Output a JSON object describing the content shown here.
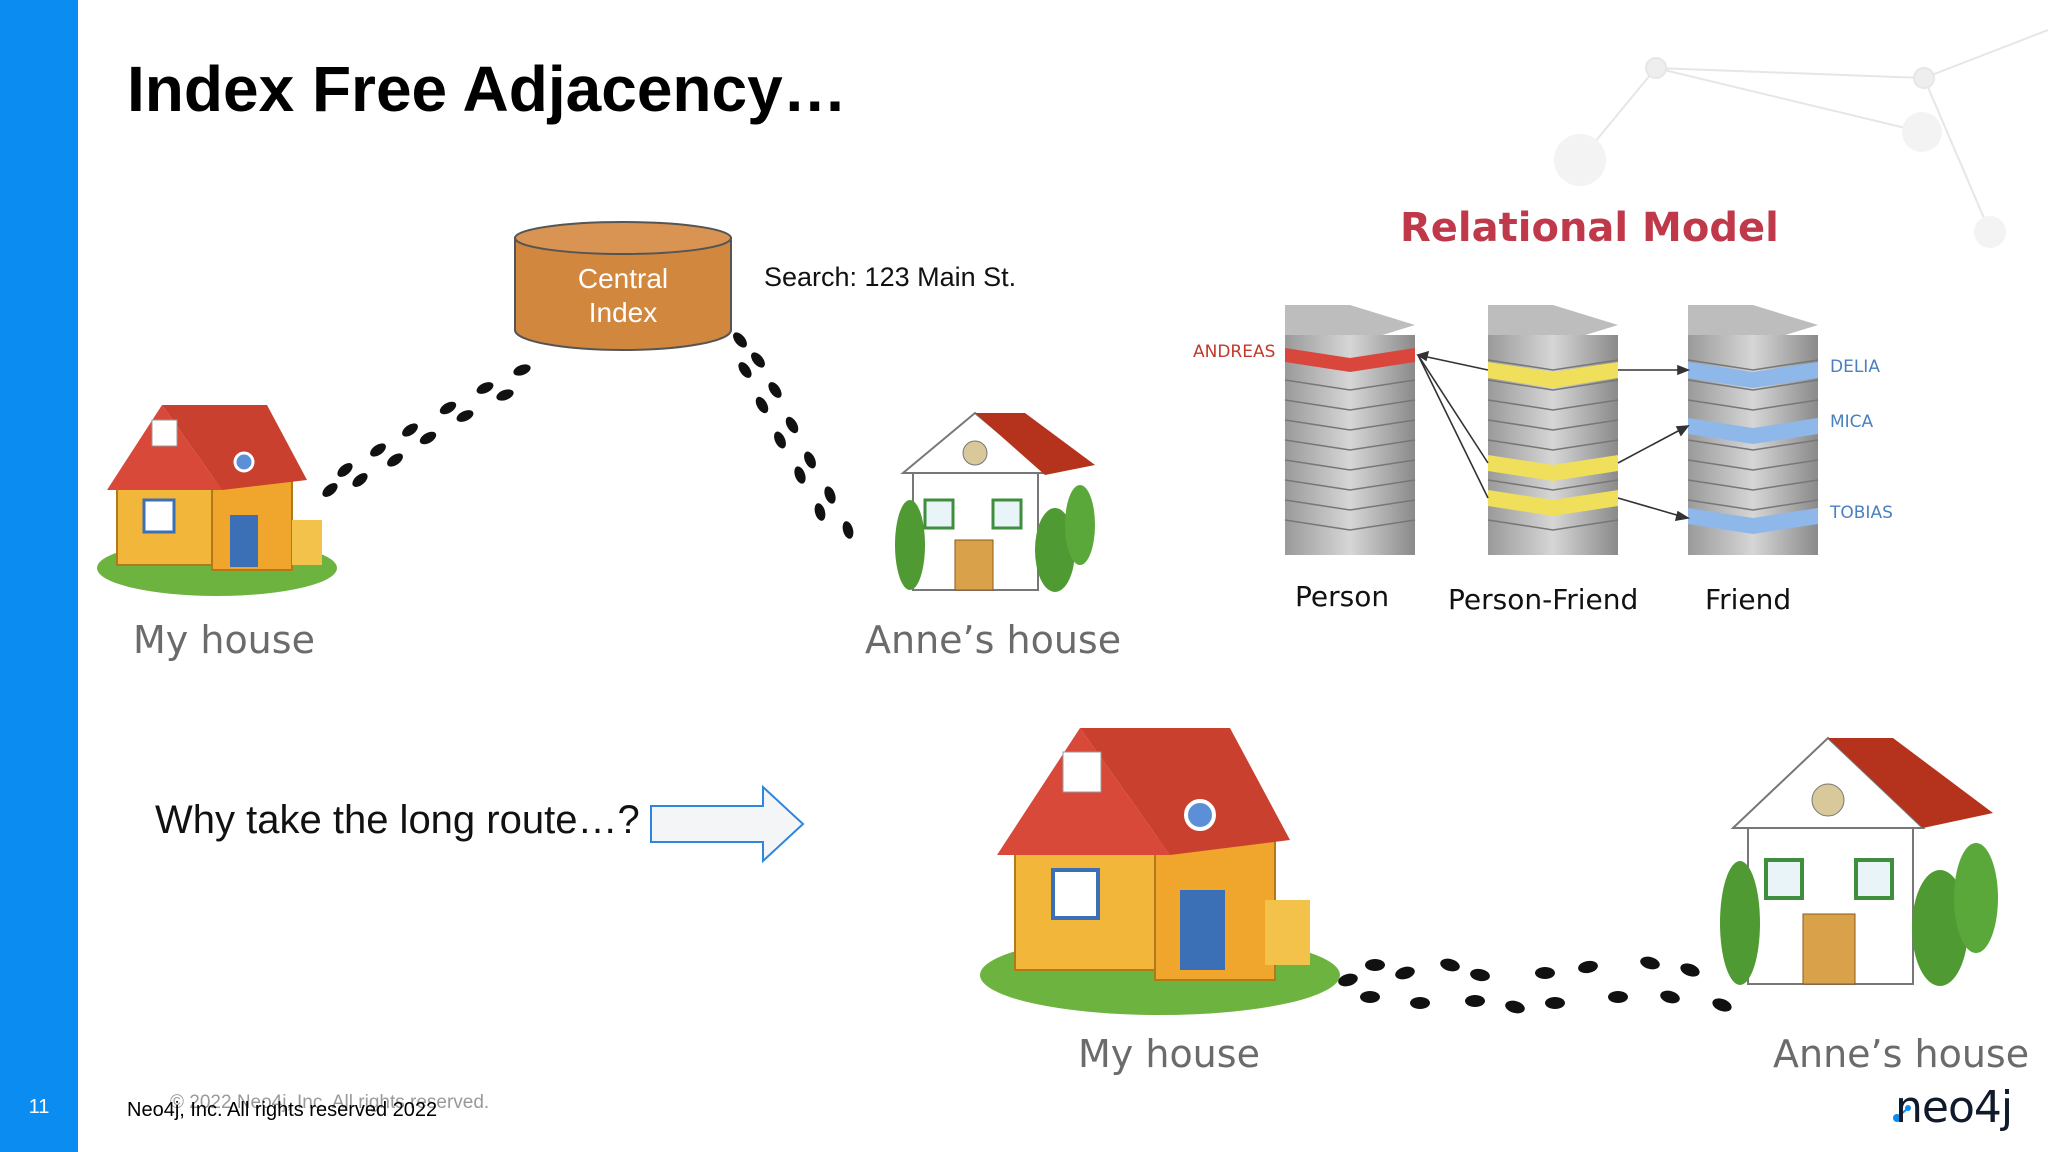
{
  "slide": {
    "title": "Index Free Adjacency…",
    "number": "11",
    "accent_color": "#0a8cf0",
    "footer_copyright": "© 2022 Neo4j, Inc. All rights reserved.",
    "footer_rights": "Neo4j, Inc. All rights reserved 2022",
    "logo_text": "neo4j"
  },
  "top_scene": {
    "index_label": "Central\nIndex",
    "index_label_line1": "Central",
    "index_label_line2": "Index",
    "search_text": "Search: 123 Main St.",
    "my_house_label": "My house",
    "annes_house_label": "Anne’s house"
  },
  "relational_model": {
    "title": "Relational Model",
    "title_color": "#c0394b",
    "tables": [
      "Person",
      "Person-Friend",
      "Friend"
    ],
    "person_names": [
      "ANDREAS"
    ],
    "friend_names": [
      "DELIA",
      "MICA",
      "TOBIAS"
    ]
  },
  "bottom_scene": {
    "question": "Why take the long route…?",
    "my_house_label": "My house",
    "annes_house_label": "Anne’s house"
  },
  "icons": [
    "database-cylinder-icon",
    "footprints-icon",
    "house-icon",
    "arrow-right-icon",
    "server-stack-icon",
    "neo4j-logo-icon"
  ]
}
